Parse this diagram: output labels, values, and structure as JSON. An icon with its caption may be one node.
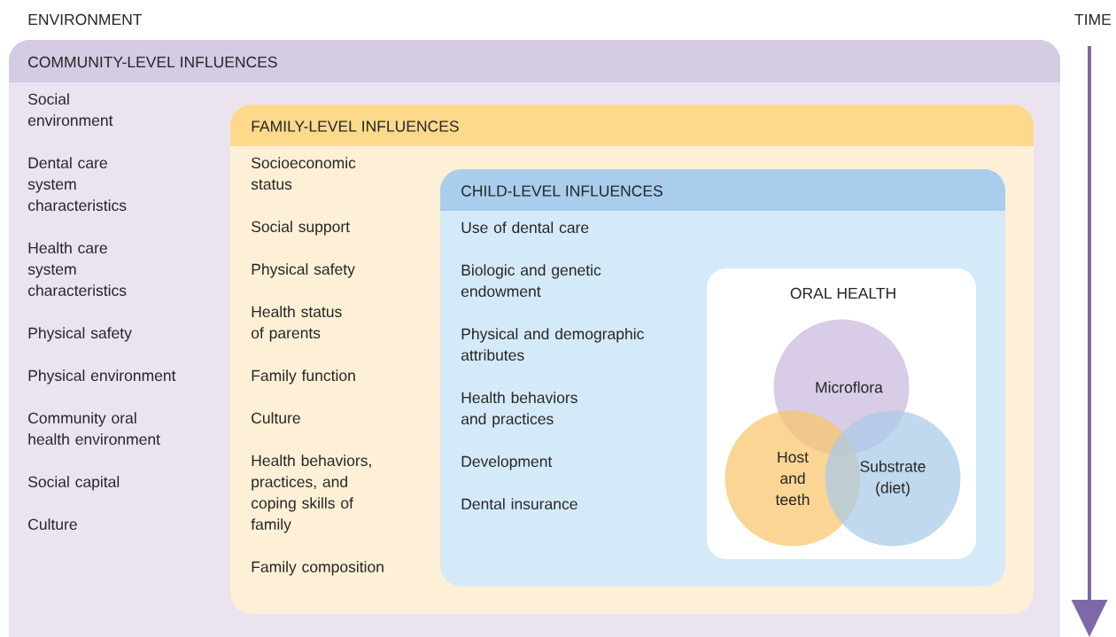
{
  "diagram": {
    "nodes": [
      {
        "text": [
          "COMMUNITY-LEVEL INFLUENCES",
          "Social environment",
          "Dental care system characteristics",
          "Health care system characteristics",
          "Physical safety",
          "Physical environment",
          "Community oral health environment",
          "Social capital",
          "Culture"
        ]
      },
      {
        "text": [
          "FAMILY-LEVEL INFLUENCES",
          "Socioeconomic status",
          "Social support",
          "Physical safety",
          "Health status of parents",
          "Family function",
          "Culture",
          "Health behaviors, practices, and coping skills of family",
          "Family composition"
        ],
        "in": 0
      },
      {
        "text": [
          "CHILD-LEVEL INFLUENCES",
          "Use of dental care",
          "Biologic and genetic endowment",
          "Physical and demographic attributes",
          "Health behaviors and practices",
          "Development",
          "Dental insurance"
        ],
        "in": 1
      },
      {
        "text": [
          "ORAL HEALTH"
        ],
        "in": 2
      },
      {
        "text": [
          "Microflora"
        ],
        "in": 3
      },
      {
        "text": [
          "Host and teeth"
        ],
        "in": 3
      },
      {
        "text": [
          "Substrate (diet)"
        ],
        "in": 3
      }
    ],
    "labels": [
      "ENVIRONMENT",
      "TIME"
    ]
  }
}
